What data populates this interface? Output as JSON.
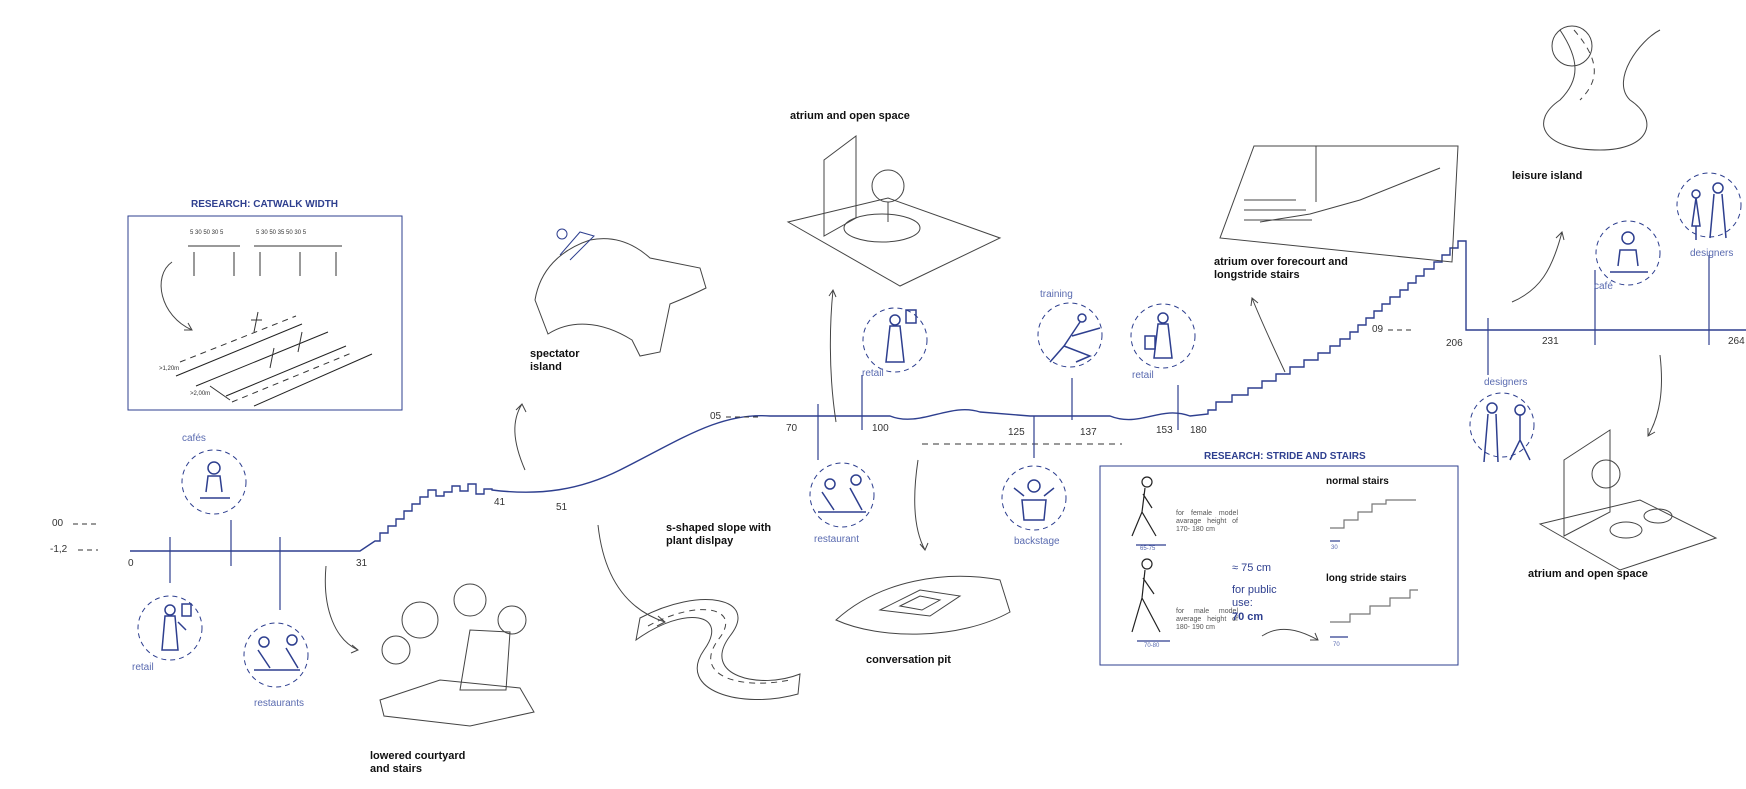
{
  "colors": {
    "accent": "#2e3f8f",
    "soft": "#5a6bb0",
    "ink": "#111111"
  },
  "levels": [
    {
      "label": "00",
      "id": "lvl-00"
    },
    {
      "label": "-1,2",
      "id": "lvl-m12"
    },
    {
      "label": "05",
      "id": "lvl-05"
    },
    {
      "label": "09",
      "id": "lvl-09"
    }
  ],
  "distances": [
    "0",
    "31",
    "41",
    "51",
    "70",
    "100",
    "125",
    "137",
    "153",
    "180",
    "206",
    "231",
    "264"
  ],
  "spaces": {
    "catwalk_title": "RESEARCH: CATWALK WIDTH",
    "spectator": "spectator\nisland",
    "atrium1": "atrium and open space",
    "atrium_forecourt": "atrium over forecourt and\nlongstride stairs",
    "leisure": "leisure island",
    "s_slope": "s-shaped slope with\nplant dislpay",
    "conversation": "conversation pit",
    "lowered": "lowered courtyard\nand stairs",
    "atrium2": "atrium and open space"
  },
  "programs": {
    "cafes": "cafés",
    "retail1": "retail",
    "restaurants": "restaurants",
    "retail2": "retail",
    "restaurant": "restaurant",
    "training": "training",
    "retail3": "retail",
    "backstage": "backstage",
    "designers1": "designers",
    "cafe": "café",
    "designers2": "designers"
  },
  "catwalk": {
    "dims1": "5 30  50  30 5",
    "dims2": "5 30  50  35  50  30 5",
    "w1": ">1,20m",
    "w2": ">2,00m"
  },
  "stride": {
    "title": "RESEARCH: STRIDE AND STAIRS",
    "female_text": "for female model avarage height of 170- 180 cm",
    "female_range": "65-75",
    "male_text": "for male model average height of 180- 190 cm",
    "male_range": "70-80",
    "approx": "≈ 75 cm",
    "public_label": "for public\nuse:",
    "public_value": "70 cm",
    "normal_stairs": "normal stairs",
    "normal_dim": "30",
    "long_stairs": "long stride stairs",
    "long_dim": "70"
  }
}
